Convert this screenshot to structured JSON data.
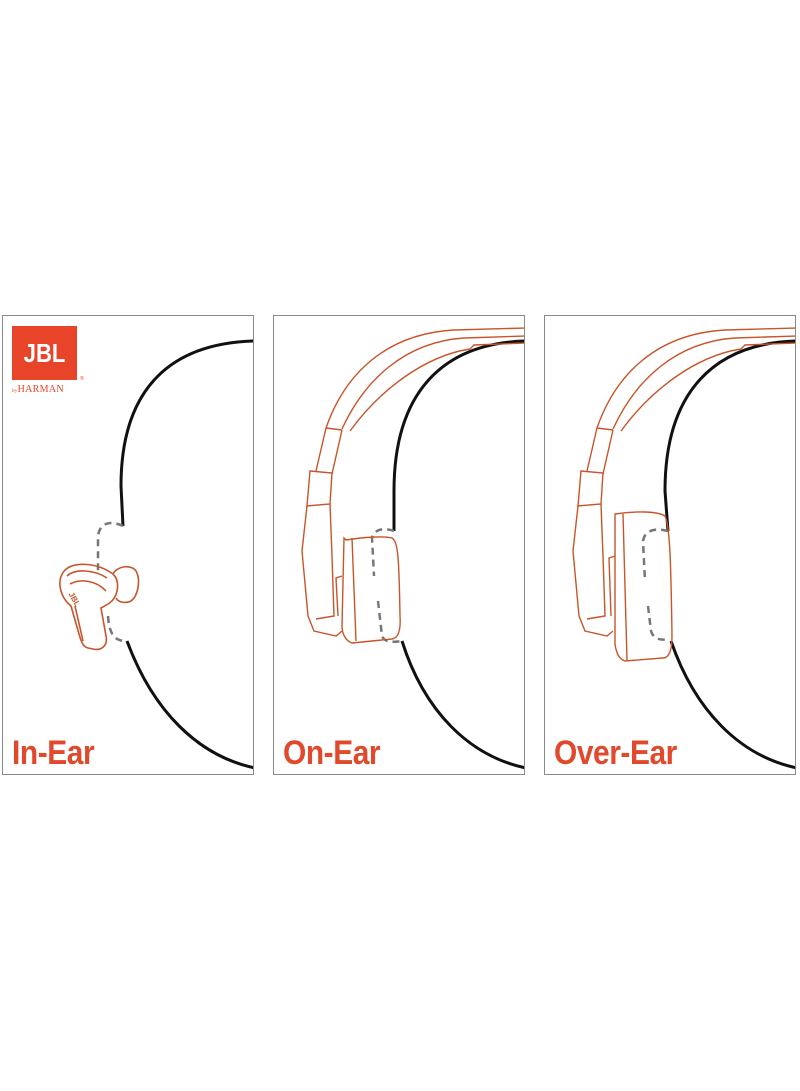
{
  "brand": {
    "logo_text": "JBL",
    "sublogo_prefix": "by",
    "sublogo_text": "HARMAN",
    "registered_mark": "®",
    "logo_color": "#e8442a"
  },
  "colors": {
    "label": "#e0492c",
    "headphone_stroke": "#c8552a",
    "head_outline": "#111111",
    "ear_dashed": "#777777",
    "panel_border": "#8a8a8a"
  },
  "panels": [
    {
      "id": "in-ear",
      "label": "In-Ear",
      "icon": "earbud-icon"
    },
    {
      "id": "on-ear",
      "label": "On-Ear",
      "icon": "on-ear-headphone-icon"
    },
    {
      "id": "over-ear",
      "label": "Over-Ear",
      "icon": "over-ear-headphone-icon"
    }
  ]
}
